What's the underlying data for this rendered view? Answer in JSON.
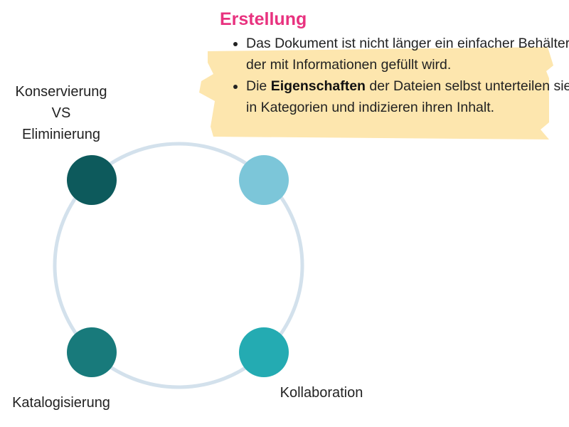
{
  "colors": {
    "ring": "#d3e1ec",
    "node_top_left": "#0d5a5c",
    "node_top_right": "#7cc6d9",
    "node_bottom_left": "#187a7b",
    "node_bottom_right": "#24abb2",
    "highlight": "#fde6ae",
    "title": "#e8327f"
  },
  "labels": {
    "top_left": [
      "Konservierung",
      "VS",
      "Eliminierung"
    ],
    "bottom_left": "Katalogisierung",
    "bottom_right": "Kollaboration"
  },
  "panel": {
    "title": "Erstellung",
    "bullet1": "Das Dokument ist nicht länger ein einfacher Behälter, der mit Informationen gefüllt wird.",
    "bullet2_before": "Die ",
    "bullet2_bold": "Eigenschaften",
    "bullet2_after": " der Dateien selbst unterteilen sie in Kategorien und indizieren ihren Inhalt."
  }
}
